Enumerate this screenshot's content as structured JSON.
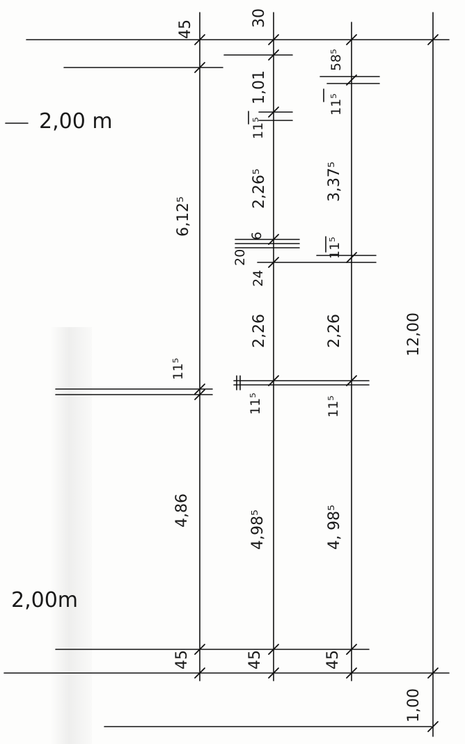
{
  "levels": {
    "upper": "2,00 m",
    "lower": "2,00m"
  },
  "dimensions": {
    "col1": {
      "top": "45",
      "upper_span": "6,12⁵",
      "mid_thickness": "11⁵",
      "lower_span": "4,86",
      "bottom": "45"
    },
    "col2": {
      "top": "30",
      "span_a": "1,01",
      "thick_a": "11⁵",
      "span_b": "2,26⁵",
      "thick_b": "6",
      "thick_c": "20",
      "thick_d": "24",
      "span_c": "2,26",
      "thick_e": "11⁵",
      "lower_span": "4,98⁵",
      "bottom": "45"
    },
    "col3": {
      "top": "58⁵",
      "thick_a": "11⁵",
      "span_a": "3,37⁵",
      "thick_b": "11⁵",
      "span_b": "2,26",
      "thick_c": "11⁵",
      "lower_span": "4, 98⁵",
      "bottom": "45"
    },
    "col4": {
      "total": "12,00",
      "overhang": "1,00"
    }
  }
}
